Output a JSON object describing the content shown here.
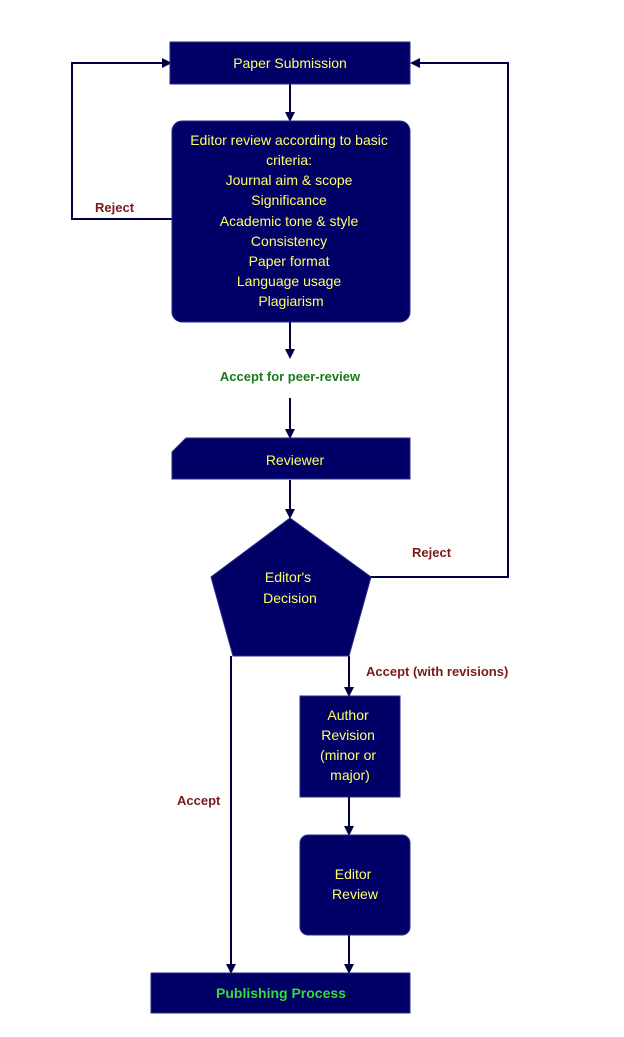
{
  "nodes": {
    "submission": {
      "label": "Paper Submission"
    },
    "editor_review": {
      "lines": [
        "Editor review according to basic",
        "criteria:",
        "Journal aim & scope",
        "Significance",
        "Academic tone & style",
        "Consistency",
        "Paper format",
        "Language usage",
        "Plagiarism"
      ]
    },
    "reviewer": {
      "label": "Reviewer"
    },
    "decision": {
      "lines": [
        "Editor's",
        "Decision"
      ]
    },
    "author_revision": {
      "lines": [
        "Author",
        "Revision",
        "(minor or",
        "major)"
      ]
    },
    "editor_review2": {
      "lines": [
        "Editor",
        "Review"
      ]
    },
    "publishing": {
      "label": "Publishing Process"
    }
  },
  "edges": {
    "reject_left": "Reject",
    "accept_peer": "Accept for peer-review",
    "reject_right": "Reject",
    "accept_revisions": "Accept (with revisions)",
    "accept": "Accept"
  },
  "colors": {
    "node_fill": "#000066",
    "node_text": "#ffff66",
    "edge": "#000044",
    "label_reject": "#7a1a1a",
    "label_peer": "#1a7a1a",
    "label_publishing": "#33dd33"
  }
}
